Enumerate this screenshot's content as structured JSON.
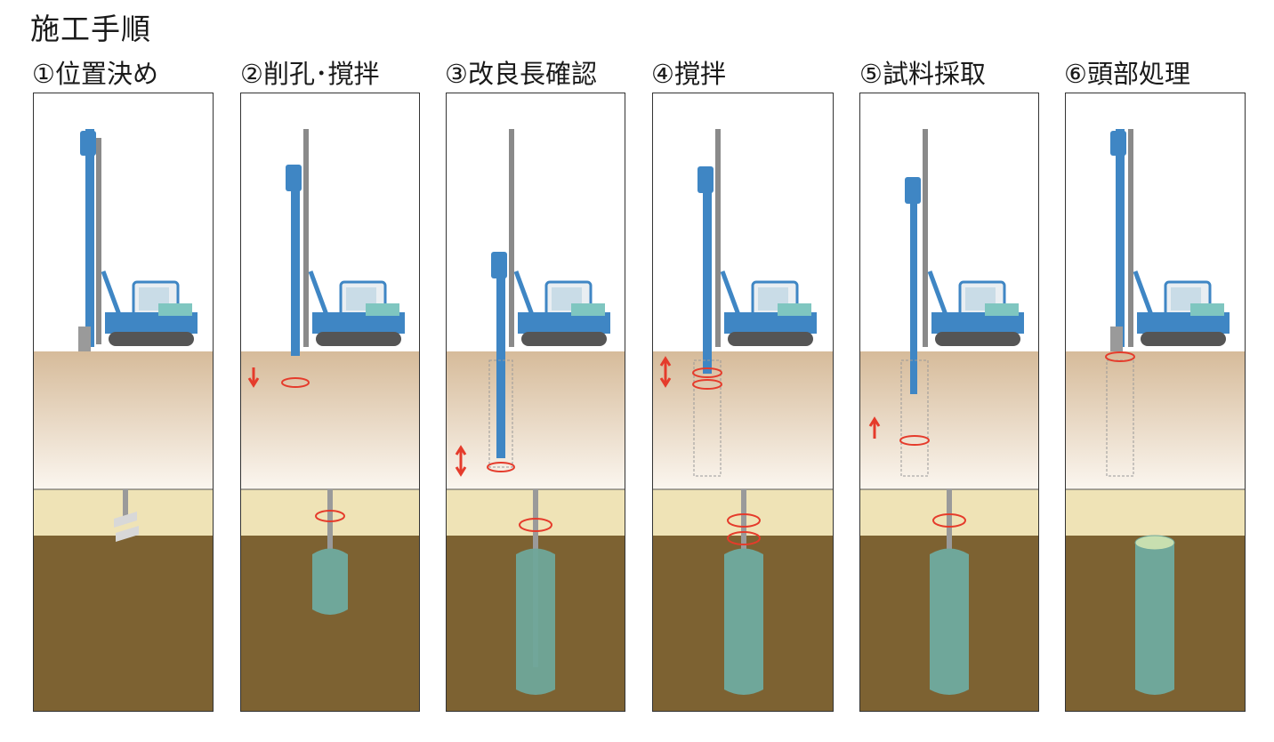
{
  "title": "施工手順",
  "steps": [
    {
      "label": "①位置決め"
    },
    {
      "label": "②削孔･撹拌"
    },
    {
      "label": "③改良長確認"
    },
    {
      "label": "④撹拌"
    },
    {
      "label": "⑤試料採取"
    },
    {
      "label": "⑥頭部処理"
    }
  ],
  "colors": {
    "machine": "#3f86c4",
    "cab": "#7fc6c0",
    "soil_top": "#d6bb9a",
    "soil_mid": "#efe3b6",
    "soil_bottom": "#7d6232",
    "column": "#6fa79a",
    "arrow": "#e53b2b"
  }
}
